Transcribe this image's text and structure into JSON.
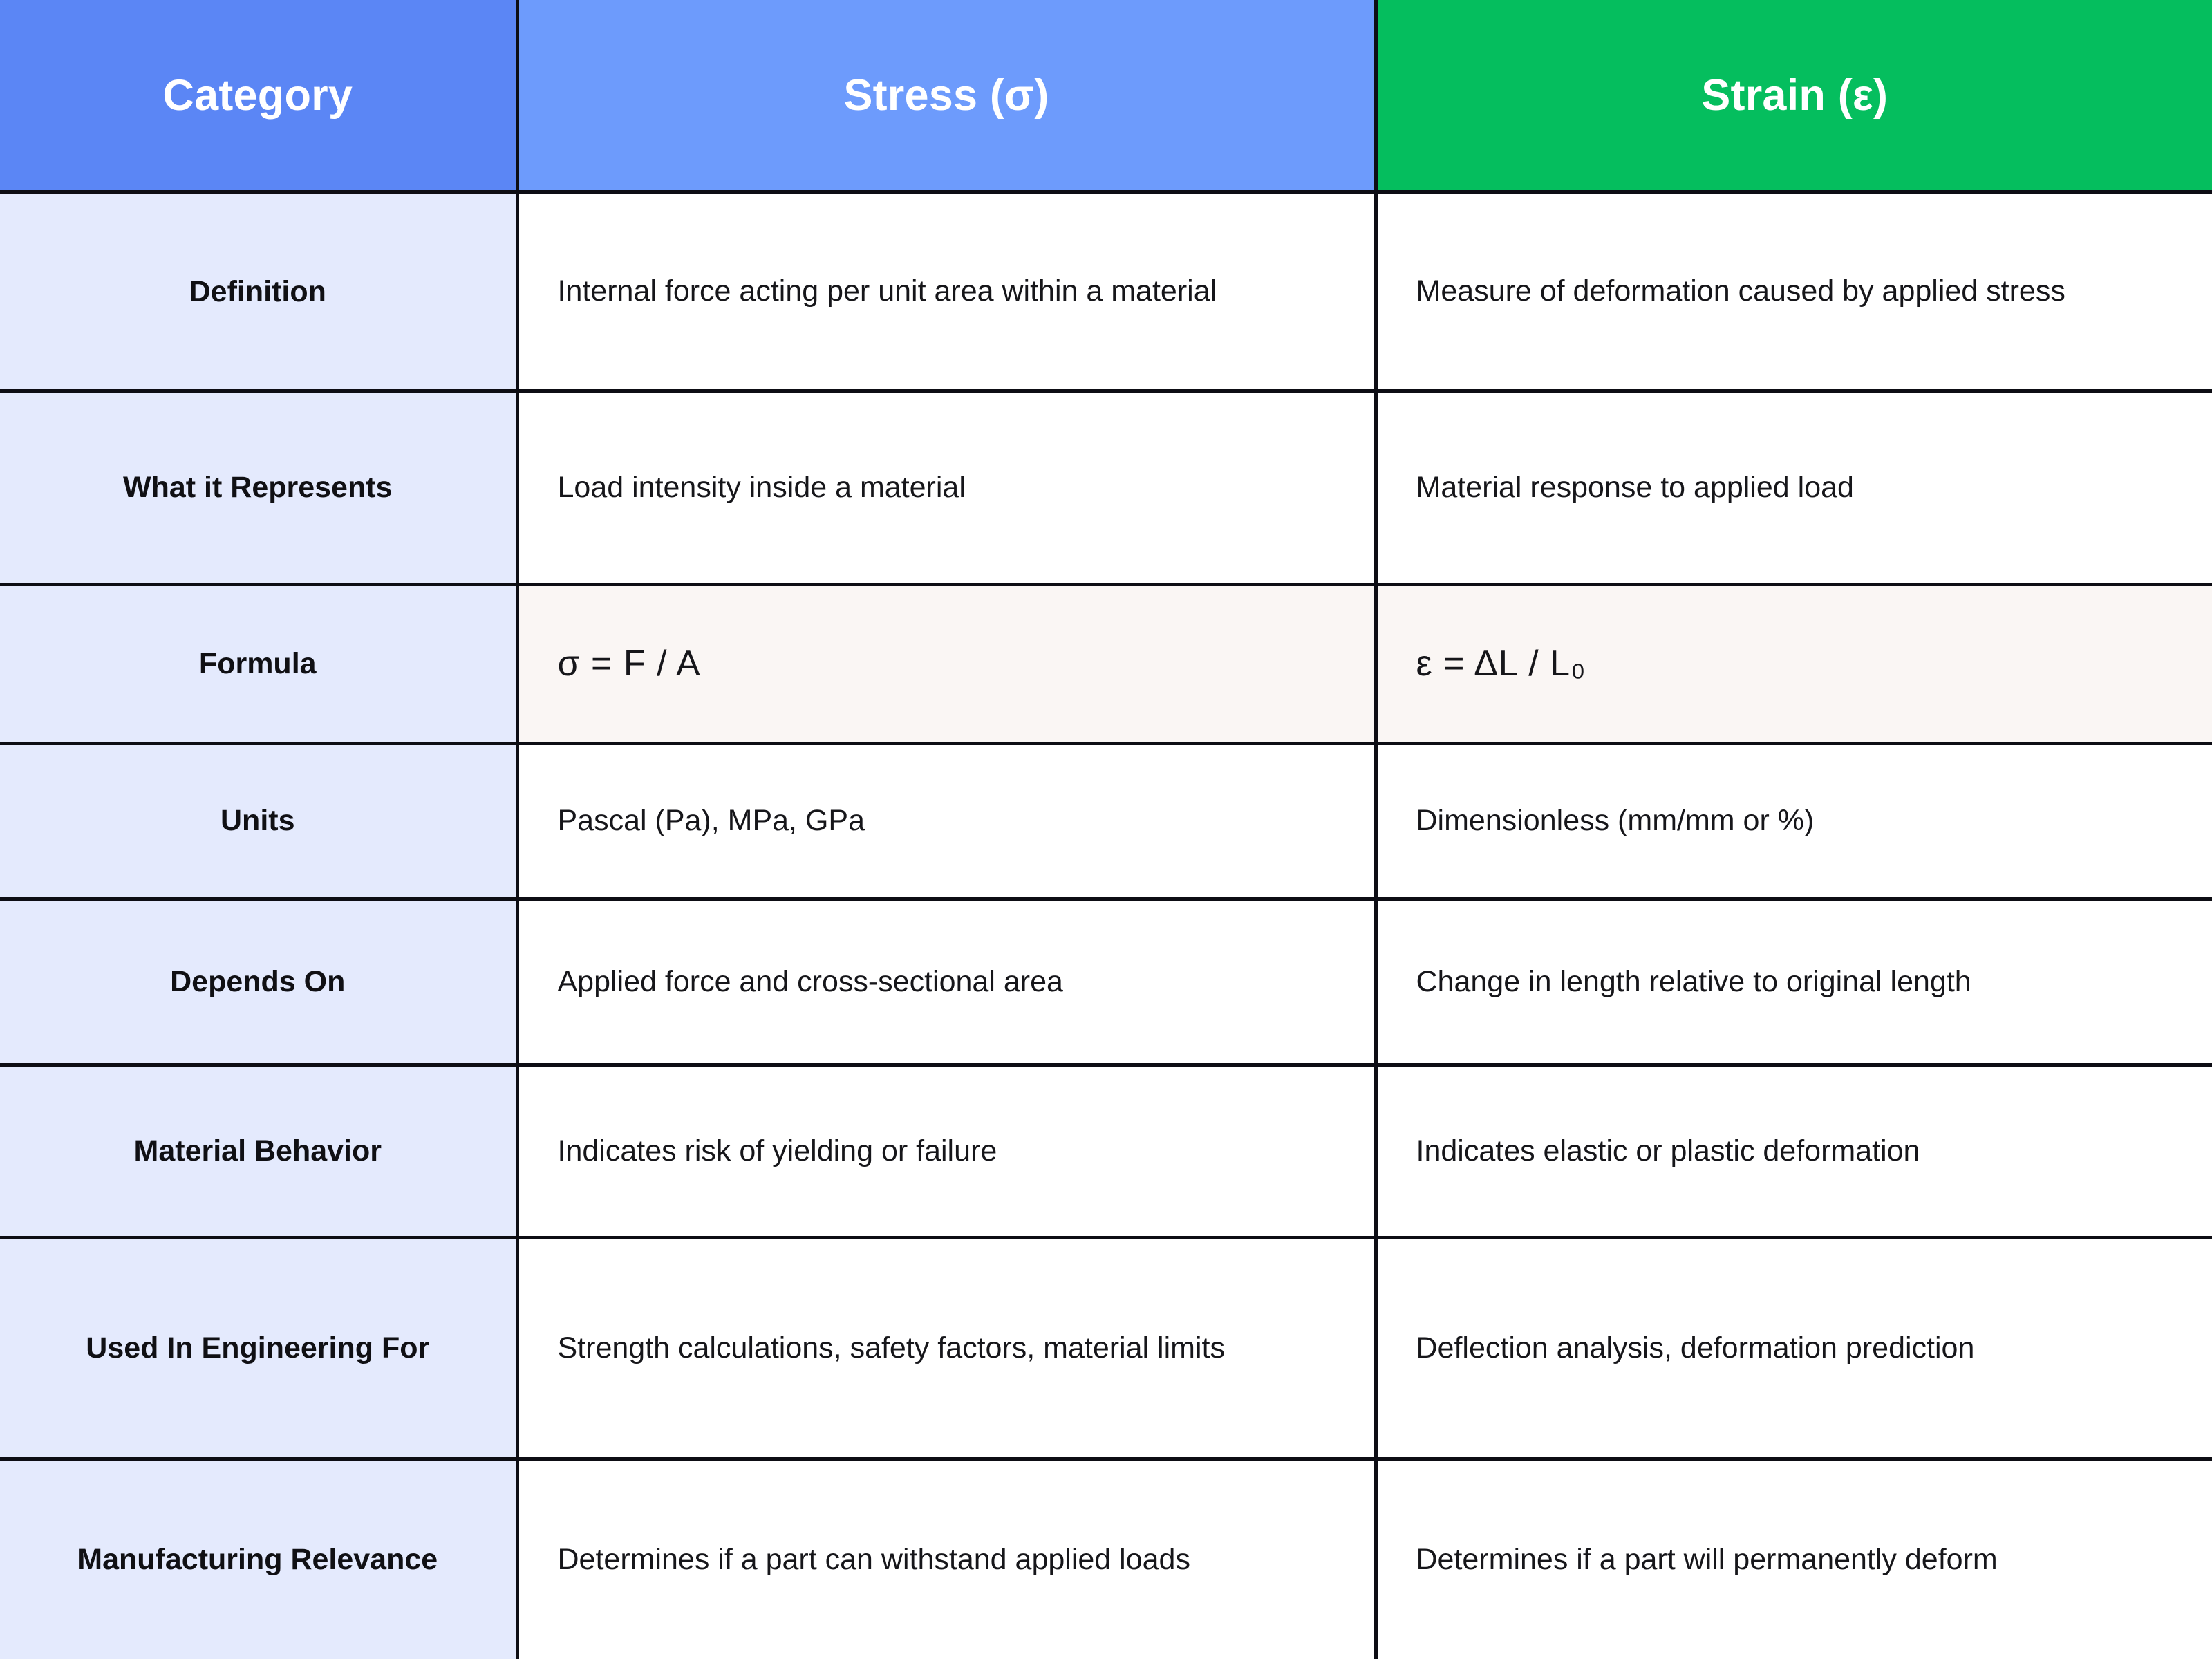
{
  "table": {
    "headers": [
      {
        "label": "Category",
        "color": "#5b86f5"
      },
      {
        "label": "Stress (σ)",
        "color": "#6d9bfc"
      },
      {
        "label": "Strain (ε)",
        "color": "#05be5e"
      }
    ],
    "rows": [
      {
        "category": "Definition",
        "stress": "Internal force acting per unit area within a material",
        "strain": "Measure of deformation caused by applied stress"
      },
      {
        "category": "What it Represents",
        "stress": "Load intensity inside a material",
        "strain": "Material response to applied load"
      },
      {
        "category": "Formula",
        "stress": "σ = F / A",
        "strain": "ε = ΔL / L₀",
        "highlight": true
      },
      {
        "category": "Units",
        "stress": "Pascal (Pa), MPa, GPa",
        "strain": "Dimensionless (mm/mm or %)"
      },
      {
        "category": "Depends On",
        "stress": "Applied force and cross-sectional area",
        "strain": "Change in length relative to original length"
      },
      {
        "category": "Material Behavior",
        "stress": "Indicates risk of yielding or failure",
        "strain": "Indicates elastic or plastic deformation"
      },
      {
        "category": "Used In Engineering For",
        "stress": "Strength calculations, safety factors, material limits",
        "strain": "Deflection analysis, deformation prediction"
      },
      {
        "category": "Manufacturing Relevance",
        "stress": "Determines if a part can withstand applied loads",
        "strain": "Determines if a part will permanently deform"
      }
    ]
  },
  "colors": {
    "header_category": "#5b86f5",
    "header_stress": "#6d9bfc",
    "header_strain": "#05be5e",
    "category_cell_bg": "#e4eafd",
    "formula_row_bg": "#faf6f4",
    "grid_line": "#0d0d14",
    "body_text": "#16161a",
    "header_text": "#ffffff"
  }
}
